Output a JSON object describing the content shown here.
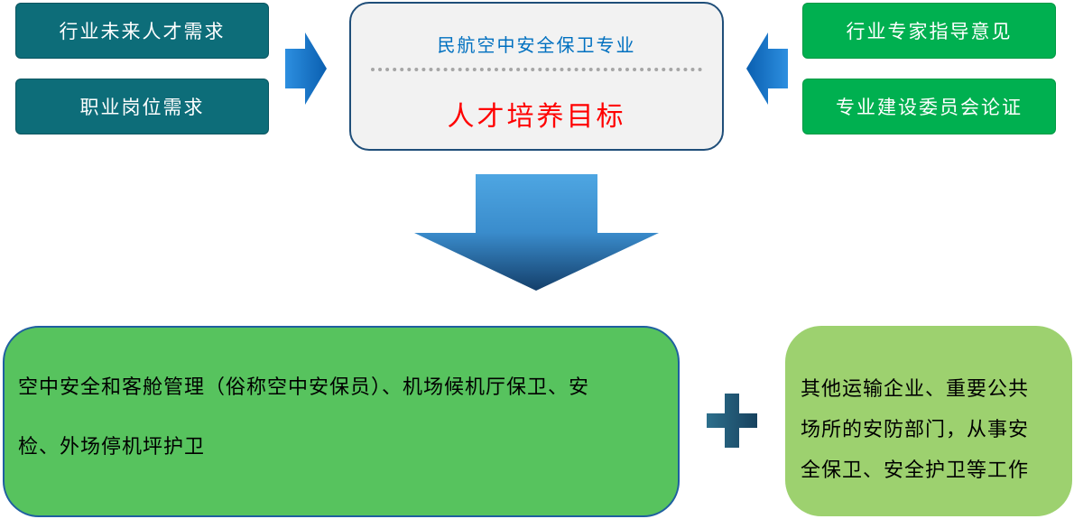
{
  "inputs_left": [
    "行业未来人才需求",
    "职业岗位需求"
  ],
  "inputs_right": [
    "行业专家指导意见",
    "专业建设委员会论证"
  ],
  "center": {
    "title": "民航空中安全保卫专业",
    "goal": "人才培养目标"
  },
  "outcomes": {
    "primary_lines": [
      "空中安全和客舱管理（俗称空中安保员）、机场候机厅保卫、安",
      "检、外场停机坪护卫"
    ],
    "secondary_lines": [
      "其他运输企业、重要公共",
      "场所的安防部门，从事安",
      "全保卫、安全护卫等工作"
    ]
  },
  "colors": {
    "teal": "#0d6d79",
    "green": "#00b050",
    "goal_red": "#ff0000",
    "title_blue": "#0070c0"
  }
}
